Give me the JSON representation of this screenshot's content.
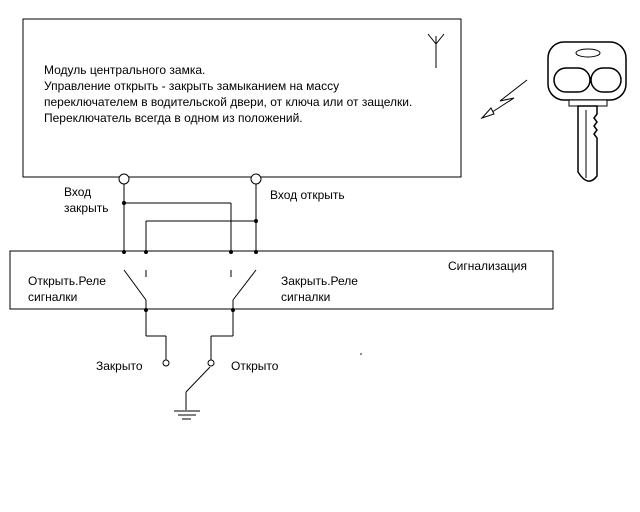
{
  "module": {
    "lines": [
      "Модуль центрального замка.",
      "Управление открыть - закрыть замыканием на массу",
      "переключателем в водительской двери, от ключа или от защелки.",
      "Переключатель всегда в одном из положений."
    ]
  },
  "inputs": {
    "close_line1": "Вход",
    "close_line2": "закрыть",
    "open": "Вход открыть"
  },
  "alarm": {
    "title": "Сигнализация",
    "open_relay_line1": "Открыть.Реле",
    "open_relay_line2": "сигналки",
    "close_relay_line1": "Закрыть.Реле",
    "close_relay_line2": "сигналки"
  },
  "switch": {
    "closed": "Закрыто",
    "opened": "Открыто"
  },
  "icons": [
    "antenna-icon",
    "remote-signal-icon",
    "key-fob-icon",
    "ground-icon"
  ]
}
